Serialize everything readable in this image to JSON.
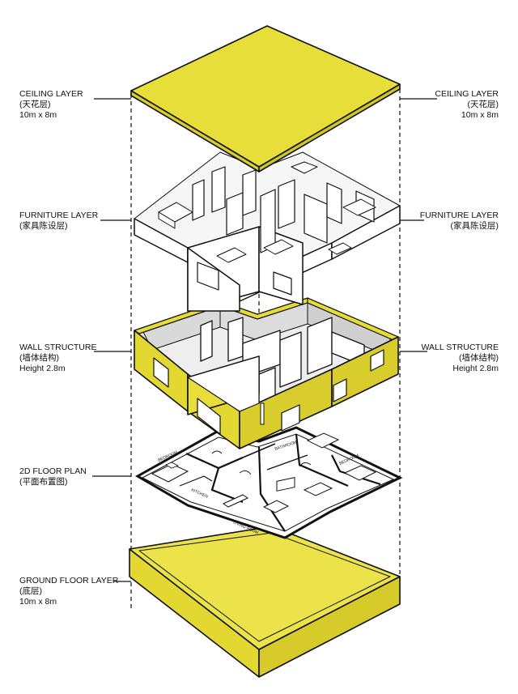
{
  "colors": {
    "accent_yellow": "#e8de3a",
    "outline": "#111111",
    "wall_shade": "#d9d9d9",
    "paper": "#ffffff"
  },
  "layers": {
    "ceiling": {
      "title": "CEILING LAYER",
      "subtitle": "(天花层)",
      "dims": "10m x 8m"
    },
    "furniture": {
      "title": "FURNITURE LAYER",
      "subtitle": "(家具陈设层)"
    },
    "walls": {
      "title": "WALL STRUCTURE",
      "subtitle": "(墙体结构)",
      "dims": "Height 2.8m"
    },
    "plan": {
      "title": "2D FLOOR PLAN",
      "subtitle": "(平面布置图)"
    },
    "ground": {
      "title": "GROUND FLOOR LAYER",
      "subtitle": "(底层)",
      "dims": "10m x 8m"
    }
  },
  "room_labels": {
    "bedroom1": "BEDROOM",
    "bedroom2": "BEDROOM",
    "bathroom": "BATHROOM",
    "kitchen": "KITCHEN",
    "living": "LIVING ROOM"
  },
  "icons": [
    "sofa-icon",
    "bed-icon",
    "table-icon",
    "door-swing-icon"
  ]
}
